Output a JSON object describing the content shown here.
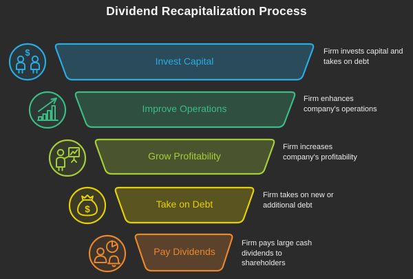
{
  "title": "Dividend Recapitalization Process",
  "background_color": "#2b2b2b",
  "description_text_color": "#e9e9e9",
  "glyphs": {
    "dollar": "$"
  },
  "stages": [
    {
      "label": "Invest Capital",
      "description": "Firm invests capital and takes on debt",
      "color": "#29abe2",
      "icon": "investors-dollar-icon"
    },
    {
      "label": "Improve Operations",
      "description": "Firm enhances company's operations",
      "color": "#3cbb85",
      "icon": "growth-chart-icon"
    },
    {
      "label": "Grow Profitability",
      "description": "Firm increases company's profitability",
      "color": "#a6ce39",
      "icon": "presentation-chart-icon"
    },
    {
      "label": "Take on Debt",
      "description": "Firm takes on new or additional debt",
      "color": "#e5d000",
      "icon": "money-bag-icon"
    },
    {
      "label": "Pay Dividends",
      "description": "Firm pays large cash dividends to shareholders",
      "color": "#e8872e",
      "icon": "dividends-bell-icon"
    }
  ]
}
